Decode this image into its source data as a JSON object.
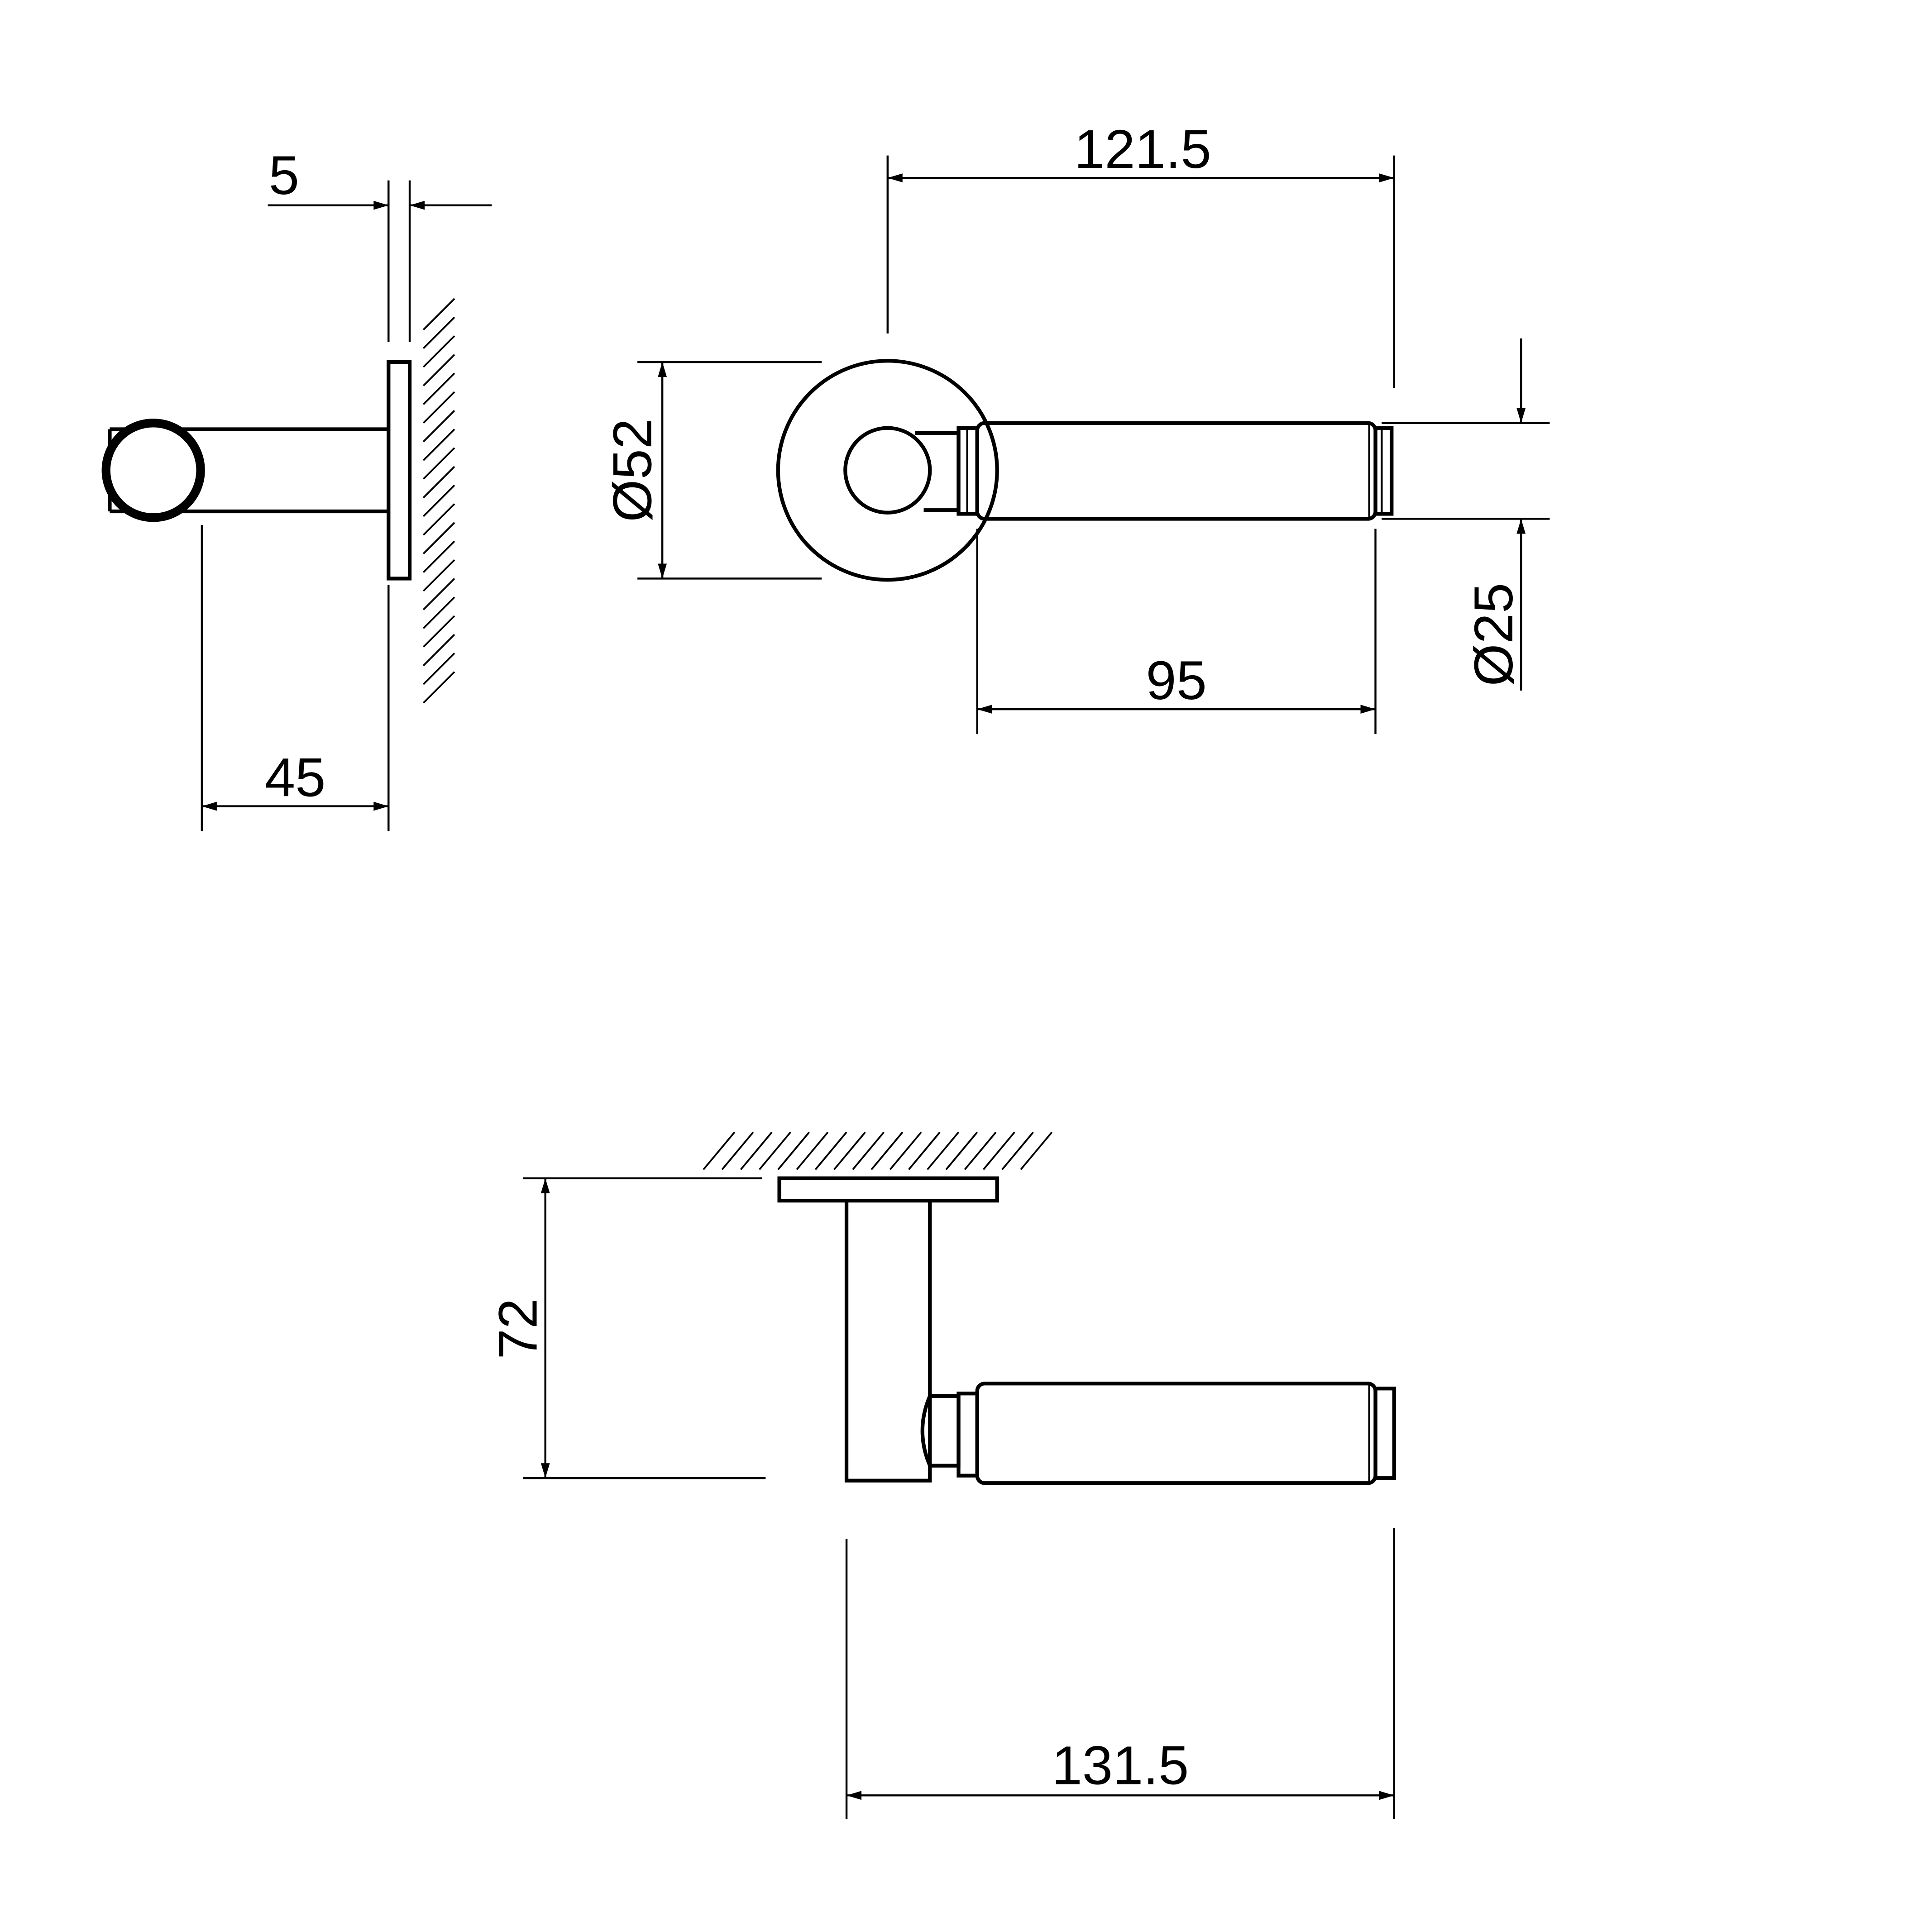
{
  "title": "Lever handle dimension drawing",
  "dimensions": {
    "plate_thickness": "5",
    "projection_side": "45",
    "overall_length_front": "121.5",
    "rosette_diameter": "Ø52",
    "grip_diameter": "Ø25",
    "grip_length": "95",
    "height": "72",
    "overall_length_bottom": "131.5"
  },
  "colors": {
    "line": "#000000",
    "background": "#ffffff"
  }
}
